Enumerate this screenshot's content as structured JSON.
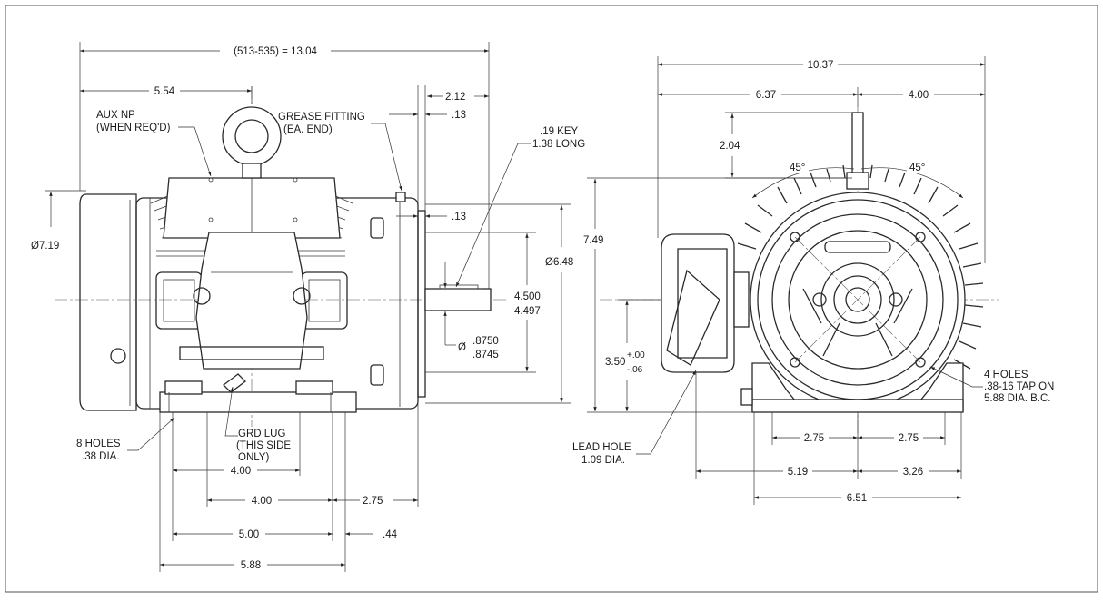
{
  "front_view": {
    "overall_length": "(513-535) = 13.04",
    "to_aux": "5.54",
    "shaft_length": "2.12",
    "shoulder_1": ".13",
    "shoulder_2": ".13",
    "aux_np_1": "AUX NP",
    "aux_np_2": "(WHEN REQ'D)",
    "grease_1": "GREASE FITTING",
    "grease_2": "(EA. END)",
    "key_1": ".19 KEY",
    "key_2": "1.38 LONG",
    "dia_frame": "Ø7.19",
    "dia_pilot": "Ø6.48",
    "pilot_1": "4.500",
    "pilot_2": "4.497",
    "shaft_dia_1": ".8750",
    "shaft_dia_2": ".8745",
    "shaft_dia_sym": "Ø",
    "holes_1": "8 HOLES",
    "holes_2": ".38 DIA.",
    "grd_1": "GRD LUG",
    "grd_2": "(THIS SIDE",
    "grd_3": "ONLY)",
    "foot_a": "4.00",
    "foot_b": "4.00",
    "foot_c": "2.75",
    "foot_d": "5.00",
    "foot_e": ".44",
    "foot_f": "5.88"
  },
  "end_view": {
    "overall_width": "10.37",
    "left_width": "6.37",
    "right_width": "4.00",
    "lift_height": "2.04",
    "angle_left": "45°",
    "angle_right": "45°",
    "height": "7.49",
    "shaft_height": "3.50",
    "tol_plus": "+.00",
    "tol_minus": "-.06",
    "holes_1": "4 HOLES",
    "holes_2": ".38-16 TAP ON",
    "holes_3": "5.88 DIA. B.C.",
    "lead_1": "LEAD HOLE",
    "lead_2": "1.09 DIA.",
    "base_left": "2.75",
    "base_right": "2.75",
    "box_offset": "5.19",
    "right_offset": "3.26",
    "overall_base": "6.51"
  },
  "colors": {
    "line": "#2a2a2a",
    "background": "#ffffff",
    "frame": "#555555"
  }
}
